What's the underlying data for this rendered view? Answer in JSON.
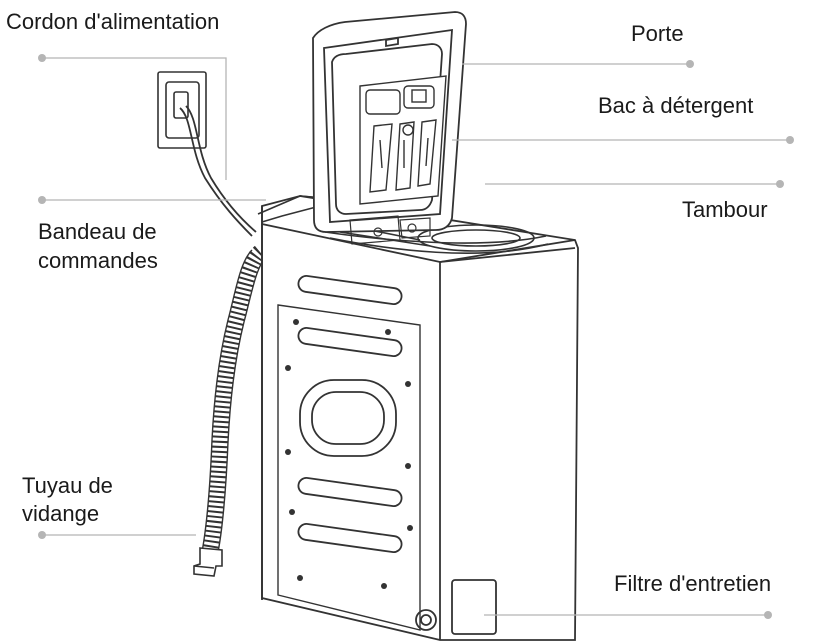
{
  "labels": {
    "power_cord": "Cordon d'alimentation",
    "door": "Porte",
    "detergent_drawer": "Bac à détergent",
    "drum": "Tambour",
    "control_panel_line1": "Bandeau de",
    "control_panel_line2": "commandes",
    "drain_hose_line1": "Tuyau de",
    "drain_hose_line2": "vidange",
    "maintenance_filter": "Filtre d'entretien"
  },
  "colors": {
    "outline": "#333333",
    "leader_line": "#b5b5b5",
    "leader_dot": "#b5b5b5",
    "text": "#1a1a1a"
  }
}
